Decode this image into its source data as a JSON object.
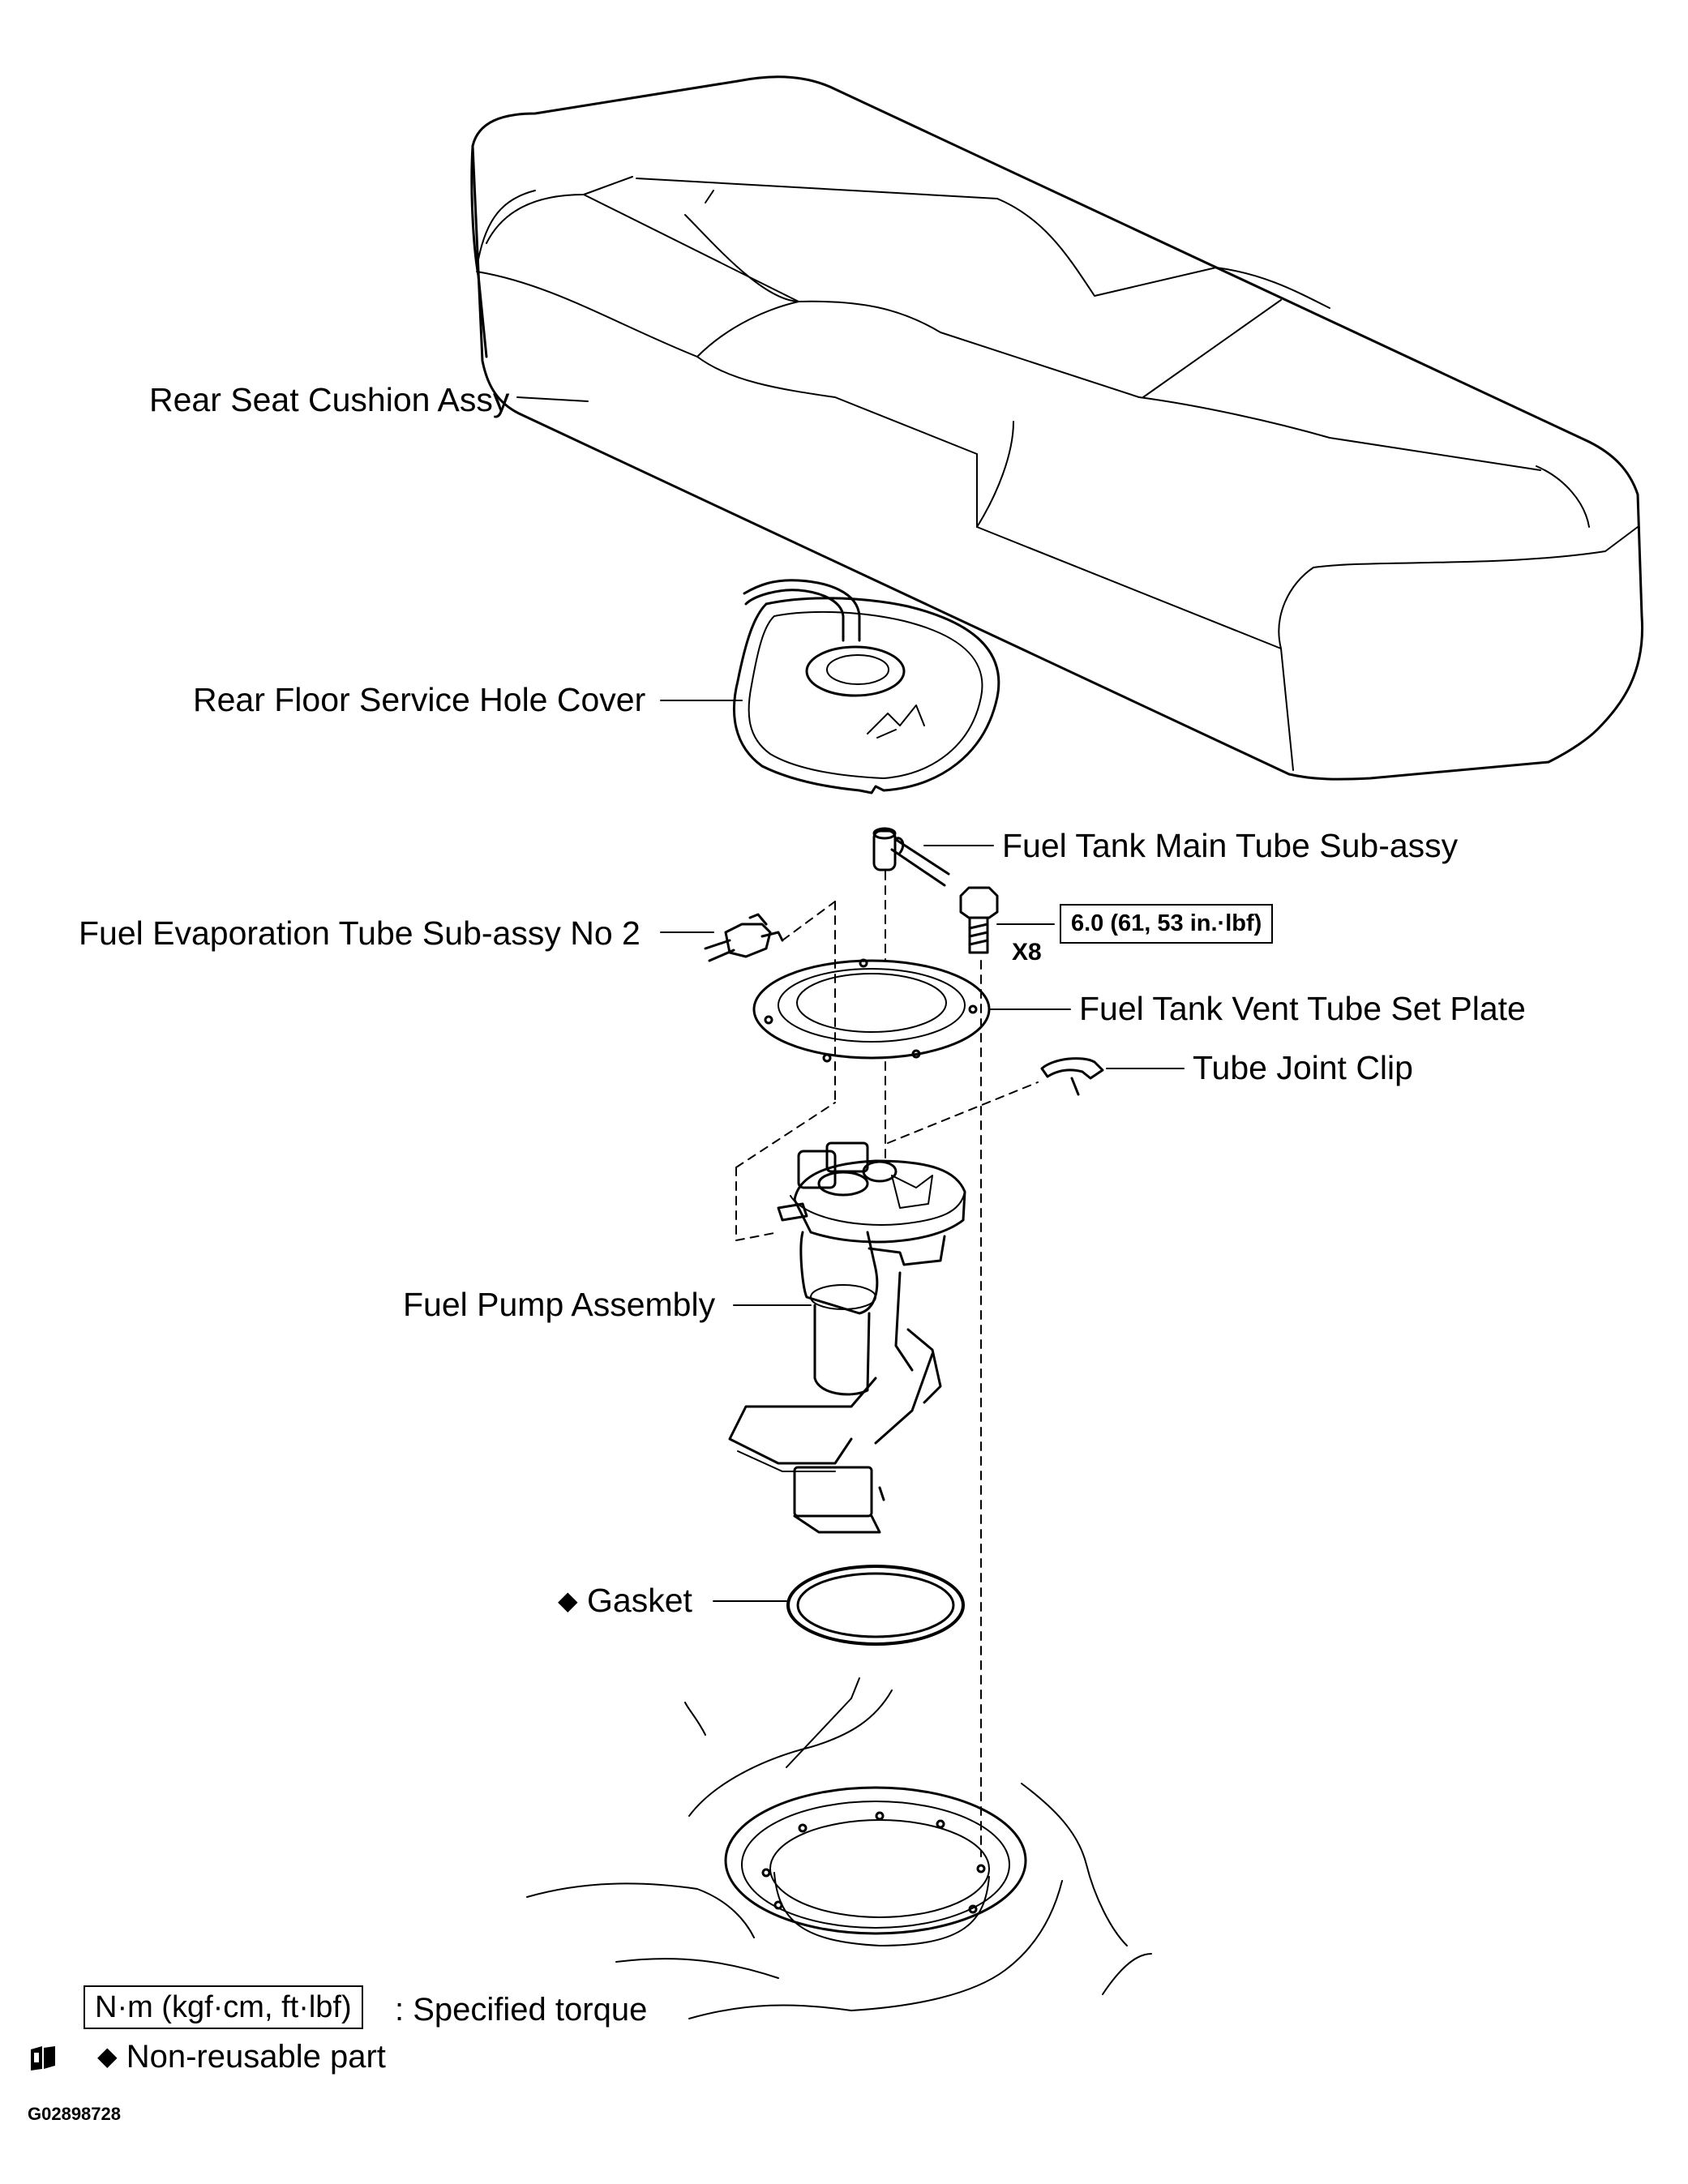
{
  "labels": {
    "rear_seat_cushion": "Rear Seat Cushion Assy",
    "rear_floor_cover": "Rear Floor Service Hole Cover",
    "fuel_tank_main_tube": "Fuel Tank Main Tube  Sub-assy",
    "fuel_evap_tube": "Fuel Evaporation Tube Sub-assy No 2",
    "vent_tube_set_plate": "Fuel Tank Vent Tube Set Plate",
    "tube_joint_clip": "Tube Joint Clip",
    "fuel_pump_assembly": "Fuel Pump Assembly",
    "gasket": "Gasket"
  },
  "symbols": {
    "non_reusable_marker": "◆"
  },
  "torque": {
    "spec": "6.0 (61, 53 in.·lbf)",
    "quantity": "X8"
  },
  "legend": {
    "torque_unit": "N·m (kgf·cm, ft·lbf)",
    "torque_desc": ": Specified torque",
    "non_reusable_desc": "Non-reusable part"
  },
  "figure_code": "G02898728",
  "icons": [
    "book-reference-icon",
    "diamond-icon"
  ]
}
